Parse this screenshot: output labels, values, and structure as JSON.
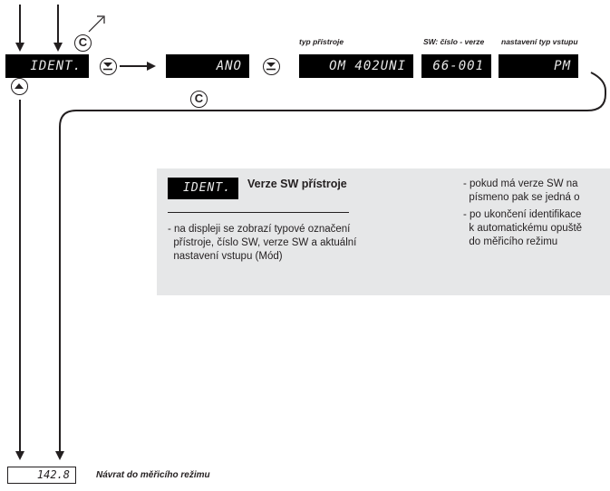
{
  "displays": {
    "ident": "IDENT",
    "ano": "ANO",
    "model": "OM 402UNI",
    "sw_number": "66-001",
    "input_mode": "PM",
    "measured": "142.8"
  },
  "headers": {
    "model_type": "typ přístroje",
    "sw_version": "SW: číslo - verze",
    "input_setting": "nastavení typ vstupu"
  },
  "buttons": {
    "c_symbol": "C"
  },
  "info": {
    "display": "IDENT",
    "title": "Verze SW přístroje",
    "left_text": "- na displeji se zobrazí typové označení\n  přístroje, číslo SW, verze SW a aktuální\n  nastavení vstupu (Mód)",
    "right_item_1": "- pokud má verze SW na\n  písmeno pak se jedná o",
    "right_item_2": "- po ukončení identifikace\n  k automatickému opuště\n  do měřicího režimu"
  },
  "footer": {
    "return_label": "Návrat do měřicího režimu"
  }
}
